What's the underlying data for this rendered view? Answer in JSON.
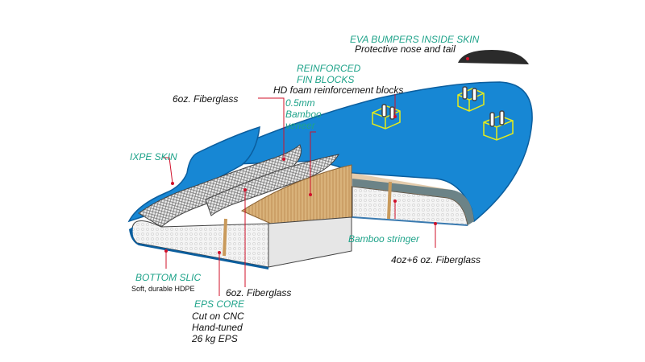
{
  "colors": {
    "board_blue": "#1787d4",
    "board_blue_dark": "#0b5e9e",
    "label_teal": "#1fa38a",
    "pointer_red": "#d0102a",
    "fin_box_yellow": "#e6ec1a",
    "bamboo": "#c99a5b",
    "bumper": "#2b2b2b"
  },
  "labels": {
    "eva_title": "EVA BUMPERS INSIDE SKIN",
    "eva_desc": "Protective nose and tail",
    "fin_title_1": "REINFORCED",
    "fin_title_2": "FIN BLOCKS",
    "fin_desc": "HD foam reinforcement blocks",
    "fiberglass_top": "6oz. Fiberglass",
    "bamboo_veneer_1": "0.5mm",
    "bamboo_veneer_2": "Bamboo",
    "bamboo_veneer_3": "veneer",
    "ixpe_skin": "IXPE SKIN",
    "bamboo_stringer": "Bamboo stringer",
    "fiberglass_bottom_right": "4oz+6 oz. Fiberglass",
    "bottom_slick_title": "BOTTOM SLIC",
    "bottom_slick_desc": "Soft, durable HDPE",
    "fiberglass_bottom": "6oz. Fiberglass",
    "eps_title": "EPS CORE",
    "eps_line_1": "Cut on CNC",
    "eps_line_2": "Hand-tuned",
    "eps_line_3": "26 kg EPS"
  }
}
